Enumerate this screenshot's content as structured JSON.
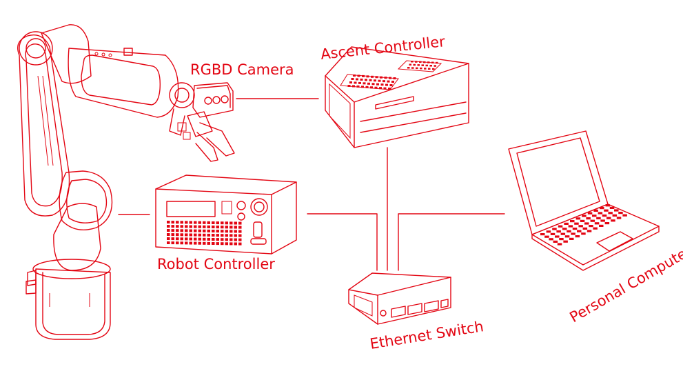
{
  "diagram": {
    "accent_color": "#e30613",
    "background_color": "#ffffff",
    "nodes": [
      {
        "id": "robot-arm",
        "label": "",
        "icon": "robot-arm-icon"
      },
      {
        "id": "rgbd-camera",
        "label": "RGBD Camera",
        "icon": "camera-gripper-icon"
      },
      {
        "id": "ascent-controller",
        "label": "Ascent Controller",
        "icon": "controller-box-icon"
      },
      {
        "id": "robot-controller",
        "label": "Robot Controller",
        "icon": "robot-controller-icon"
      },
      {
        "id": "ethernet-switch",
        "label": "Ethernet Switch",
        "icon": "ethernet-switch-icon"
      },
      {
        "id": "personal-computer",
        "label": "Personal Computer",
        "icon": "laptop-icon"
      }
    ],
    "edges": [
      {
        "from": "rgbd-camera",
        "to": "ascent-controller"
      },
      {
        "from": "robot-arm",
        "to": "robot-controller"
      },
      {
        "from": "robot-controller",
        "to": "ethernet-switch"
      },
      {
        "from": "ascent-controller",
        "to": "ethernet-switch"
      },
      {
        "from": "personal-computer",
        "to": "ethernet-switch"
      }
    ]
  }
}
